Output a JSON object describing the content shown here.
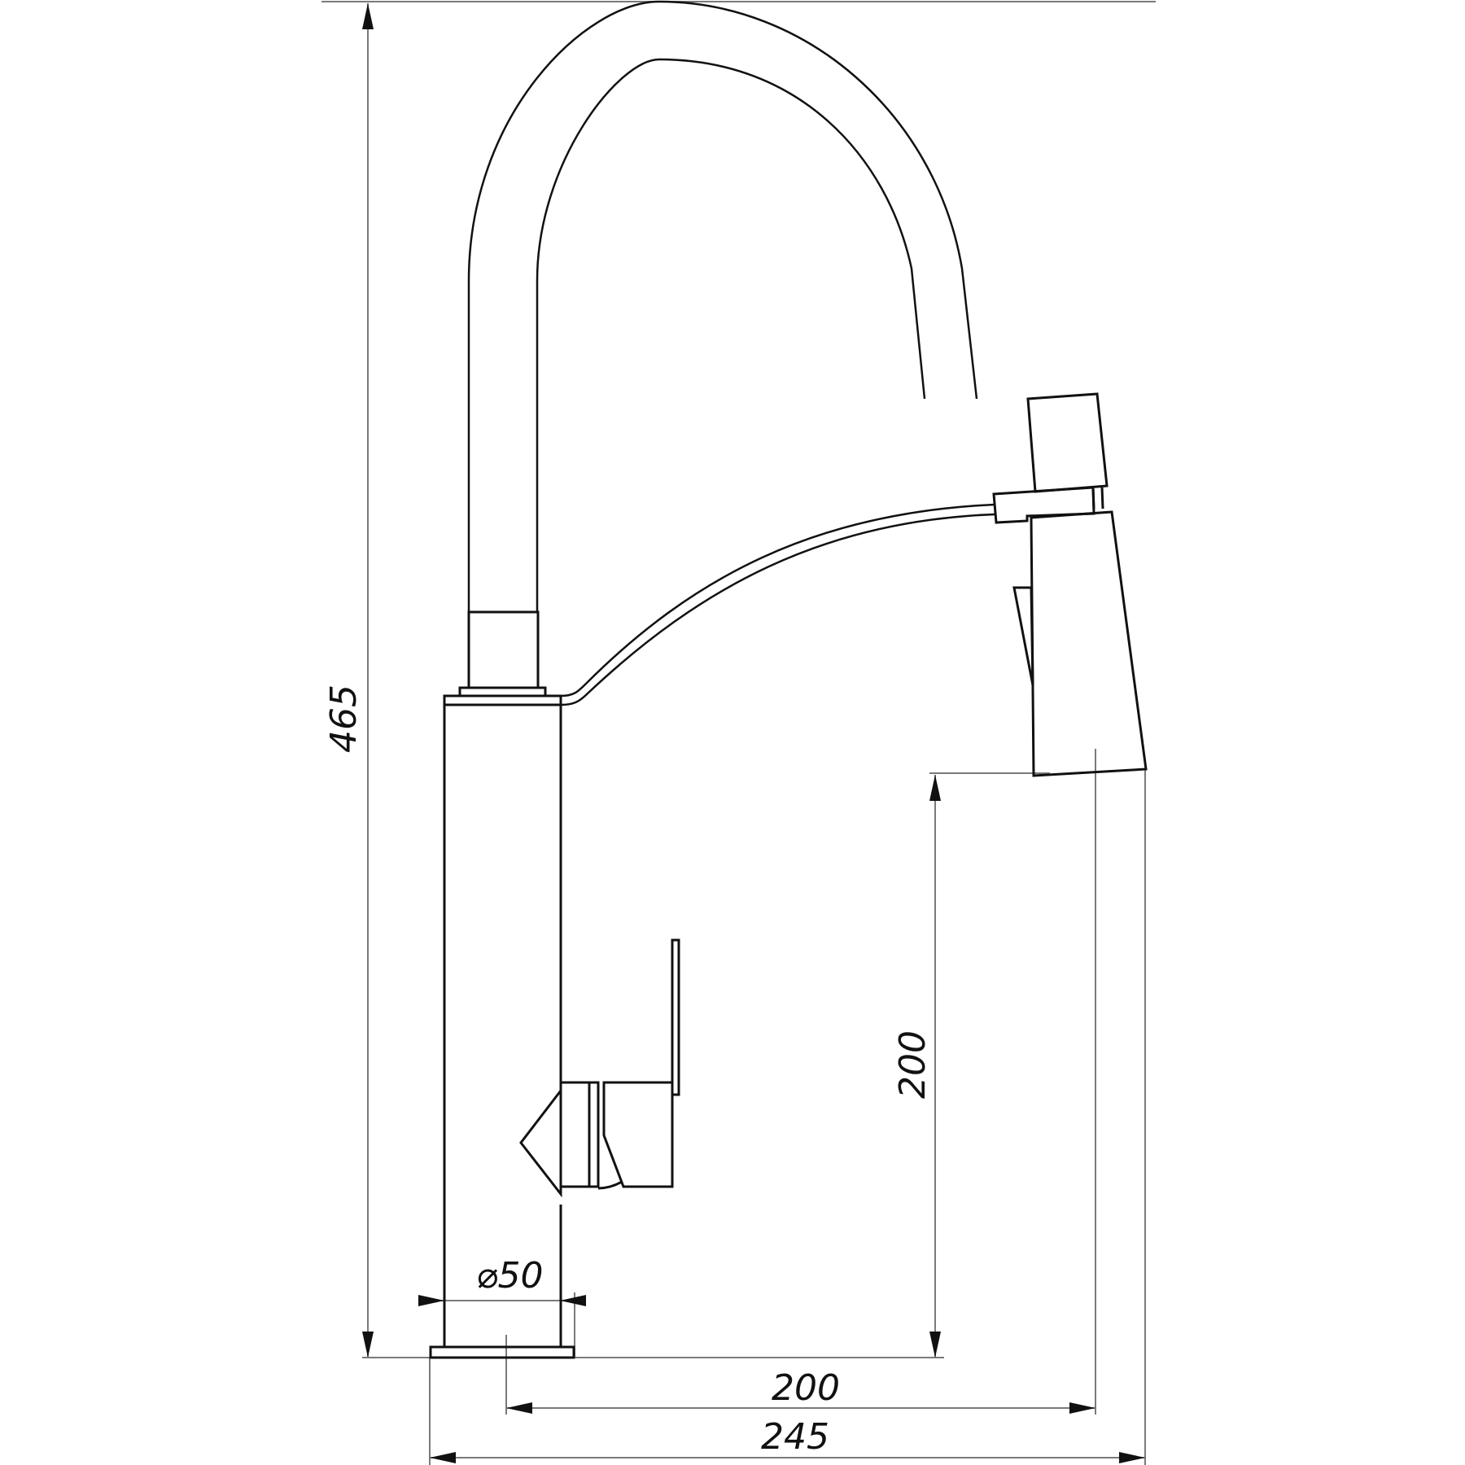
{
  "drawing": {
    "subject": "Kitchen faucet with pull-out spout — side elevation",
    "colors": {
      "line": "#111111",
      "dimension_line": "#7a7a7a",
      "background": "#ffffff"
    }
  },
  "dimensions": {
    "total_height": {
      "value": "465",
      "orientation": "vertical"
    },
    "spout_height": {
      "value": "200",
      "orientation": "vertical"
    },
    "spout_reach": {
      "value": "200",
      "orientation": "horizontal"
    },
    "total_depth": {
      "value": "245",
      "orientation": "horizontal"
    },
    "base_diameter": {
      "value": "⌀50",
      "orientation": "horizontal"
    }
  },
  "parts": [
    {
      "name": "base-plate"
    },
    {
      "name": "body-column"
    },
    {
      "name": "swivel-collar"
    },
    {
      "name": "spout-arc"
    },
    {
      "name": "spray-head-coupling"
    },
    {
      "name": "spray-head"
    },
    {
      "name": "pull-out-hose"
    },
    {
      "name": "lever-handle"
    },
    {
      "name": "cartridge-cap"
    }
  ]
}
